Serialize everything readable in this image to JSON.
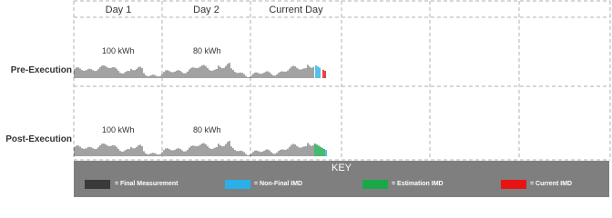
{
  "columns": [
    "Day 1",
    "Day 2",
    "Current Day"
  ],
  "rows": [
    "Pre-Execution",
    "Post-Execution"
  ],
  "annotations": {
    "day1": "100 kWh",
    "day2": "80 kWh"
  },
  "key": {
    "title": "KEY",
    "items": [
      {
        "label": "= Final Measurement",
        "color": "#3a3a3a"
      },
      {
        "label": "= Non-Final IMD",
        "color": "#2ab0e8"
      },
      {
        "label": "= Estimation IMD",
        "color": "#19a84a"
      },
      {
        "label": "= Current IMD",
        "color": "#e81414"
      }
    ]
  }
}
